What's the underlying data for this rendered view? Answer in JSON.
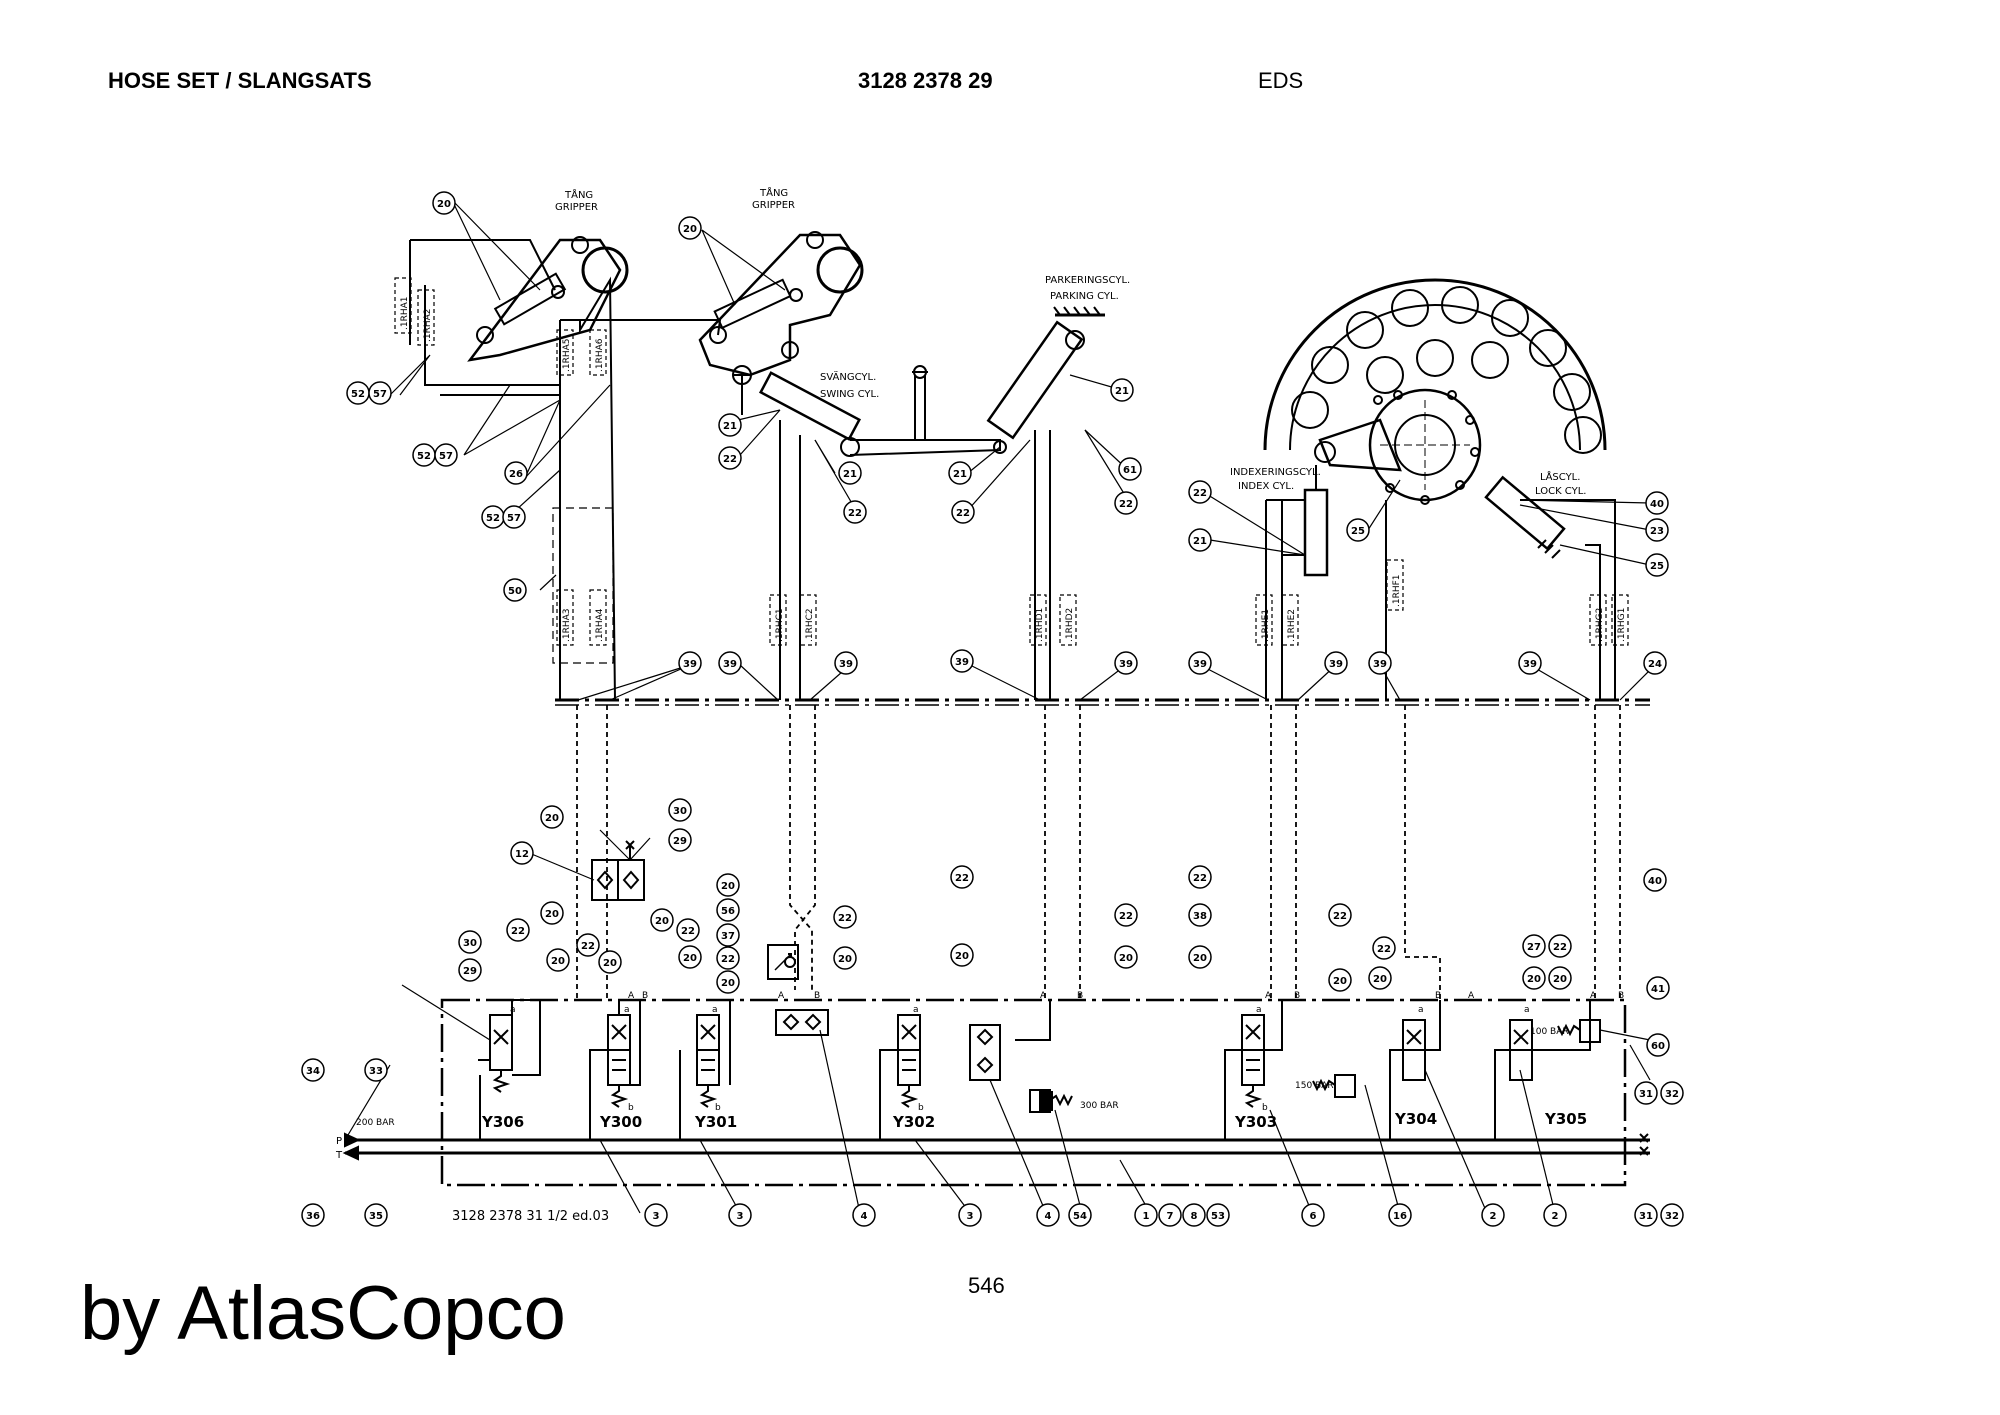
{
  "header": {
    "title": "HOSE SET / SLANGSATS",
    "part_number": "3128 2378 29",
    "code": "EDS"
  },
  "diagram": {
    "cylinders": {
      "gripper1": [
        "TÅNG",
        "GRIPPER"
      ],
      "gripper2": [
        "TÅNG",
        "GRIPPER"
      ],
      "parking": [
        "PARKERINGSCYL.",
        "PARKING CYL."
      ],
      "swing": [
        "SVÄNGCYL.",
        "SWING CYL."
      ],
      "index": [
        "INDEXERINGSCYL.",
        "INDEX CYL."
      ],
      "lock": [
        "LÅSCYL.",
        "LOCK CYL."
      ]
    },
    "hose_tags": [
      ".1RHA1",
      ".1RHA2",
      ".1RHA5",
      ".1RHA6",
      ".1RHA3",
      ".1RHA4",
      ".1RHC1",
      ".1RHC2",
      ".1RHD1",
      ".1RHD2",
      ".1RHE1",
      ".1RHE2",
      ".1RHF1",
      ".1RHG2",
      ".1RHG1"
    ],
    "valves": [
      "Y306",
      "Y300",
      "Y301",
      "Y302",
      "Y303",
      "Y304",
      "Y305"
    ],
    "pressures": [
      "200 BAR",
      "300 BAR",
      "150 BAR",
      "100 BAR"
    ],
    "port_letters": [
      "P",
      "T",
      "A",
      "B",
      "a",
      "b"
    ],
    "drawing_ref": "3128 2378 31 1/2 ed.03"
  },
  "page_number": "546",
  "footer": "by AtlasCopco"
}
